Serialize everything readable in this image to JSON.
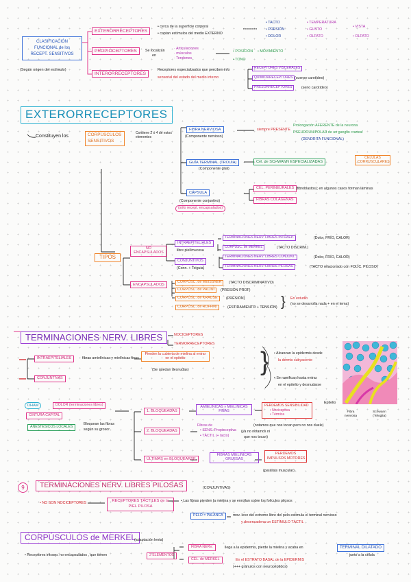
{
  "sec1": {
    "title_l1": "CLASIFICACIÓN",
    "title_l2": "FUNCIONAL de los",
    "title_l3": "RECEPT. SENSITIVOS",
    "subtitle": "(Según origen del estímulo)",
    "exteroreceptores": "EXTERORRECEPTORES",
    "ext_note1": "• cerca de la superficie corporal",
    "ext_note2": "• captan estímulos del medio EXTERNO",
    "ext_list1": [
      "• TACTO",
      "• PRESIÓN",
      "• DOLOR"
    ],
    "ext_list2": [
      "• TEMPERATURA",
      "• GUSTO",
      "• OLFATO"
    ],
    "ext_list3": [
      "• VISTA",
      "• OLFATO"
    ],
    "propioceptores": "PROPIOCEPTORES",
    "prop_note1": "Se localizan",
    "prop_note2": "en",
    "prop_places": [
      "· Articulaciones",
      "· músculos",
      "· Tendones"
    ],
    "prop_list": [
      "• POSICIÓN",
      "• TONO"
    ],
    "prop_mov": "• MOVIMIENTO",
    "interoreceptores": "INTERORRECEPTORES",
    "int_note1": "Receptores especializados que perciben info",
    "int_note2": "sensorial del estado del medio interno",
    "int_boxes": [
      "RECEPTORES VISCERALES",
      "QUIMIORRECEPTORES",
      "PRESORRECEPTORES"
    ],
    "int_side": [
      "",
      "(cuerpo carotídeo)",
      "(seno carotídeo)"
    ]
  },
  "sec2": {
    "title": "EXTERORRECEPTORES",
    "constituyen": "Constituyen los",
    "corpusculos": "CORPÚSCULOS SENSITIVOS",
    "contiene": "Contiene 2 ó 4 de estos elementos",
    "fibra": "FIBRA NERVIOSA",
    "fibra_comp": "(Componente nervioso)",
    "siempre": "siempre PRESENTE",
    "prolong": "Prolongación AFERENTE de la neurona",
    "pseudo": "PSEUDOUNIPOLAR de un ganglio cranea!",
    "dendrita": "(DENDRITA FUNCIONAL)",
    "guia": "GUÍA TERMINAL (TROUIA)",
    "guia_comp": "(Componente glial)",
    "schwann": "Cél. de SCHWANN ESPECIALIZADAS",
    "celulas": "CÉLULAS CORPUSCULARES",
    "capsula": "CÁPSULA",
    "capsula_comp": "(Componente conjuntivo)",
    "solo": "(sólo recept. encapsulados)",
    "perineurales": "CÉL. PERINEURALES",
    "fibroblastos": "(fibroblastos); en algunos casos forman láminas",
    "fibras_col": "FIBRAS COLÁGENAS",
    "tipos": "TIPOS",
    "no_encaps": "NO ENCAPSULADOS",
    "intraepit": "INTRAEPITELIALES",
    "libre_piel": "libre piel/mucosa",
    "conjuntivos": "CONJUNTIVOS",
    "conj_note": "(Conn. + Teiguia)",
    "ne_boxes": [
      "TERMINACIONES NERV. LIBRES INTRAEP.",
      "CORPÚSC. de MERKEL",
      "TERMINACIONES NERV. LIBRES CONJUNT.",
      "TERMINACIONES NERV. LIBRES PILOSAS"
    ],
    "ne_side": [
      "(Dolor, FRÍO, CALOR)",
      "(TACTO DISCRIM.)",
      "(Dolor, FRÍO, CALOR)",
      "(TACTO relacionado con FOLÍC. PILOSO)"
    ],
    "encaps": "ENCAPSULADOS",
    "en_boxes": [
      "CORPÚSC. de MEISSNER",
      "CORPÚSC. de PACINI",
      "CORPÚSC. de KRAUSE",
      "CORPÚSC. de RUFFINI"
    ],
    "en_side": [
      "(TACTO DISCRIMINATIVO)",
      "(PRESIÓN PROF)",
      "(PRESIÓN)",
      "(ESTIRAMIENTO + TENSIÓN)"
    ],
    "en_estudio": "En estudio",
    "en_estudio2": "(no se desarrolla nada + en el tema)"
  },
  "sec3": {
    "title": "TERMINACIONES NERV. LIBRES",
    "noci": "NOCICEPTORES",
    "termo": "TERMORRECEPTORES",
    "intraepit": "INTRAEPITELIALES",
    "fibras": "fibras amielínicas y mielínicas finas",
    "pierden": "Pierden la cubierta de mielina al entrar en el epitelio",
    "desnudas": "(Se quedan desnudas)",
    "conjuntivas": "CONJUNTIVAS",
    "alcanzan1": "• Alcanzan la epidermis desde",
    "alcanzan2": "la dermis subyacente",
    "ramifican1": "• Se ramifican hasta entrar",
    "ramifican2": "en el epitelio y desnudarse",
    "img_labels": [
      "Epitelio",
      "Fibra nerviosa",
      "Schwann (Teloglia)"
    ],
    "dham": "DHAM",
    "dolor": "DOLOR (terminaciones libres)",
    "cintura": "CINTURA CAPITAL",
    "anestesicos": "ANESTÉSICOS LOCALES",
    "bloquean1": "Bloquean las fibras",
    "bloquean2": "según su grosor",
    "b1": "1. BLOQUEADAS",
    "b1_fibras": "AMIELÍNICAS y MIELÍNICAS FINAS",
    "b1_perdemos": "PERDEMOS SENSIBILIDAD",
    "b1_items": [
      "• Nociceptiva",
      "• Térmica"
    ],
    "b1_note": "(notamos que nos tocan pero no nos duele)",
    "b2": "2. BLOQUEADAS",
    "b2_fibras": "Fibras de",
    "b2_items": [
      "• SENS. Propioceptiva",
      "• TÁCTIL (+ tacto)"
    ],
    "b2_note1": "(ya no notamos ni",
    "b2_note2": "que nos tocan)",
    "b3": "ÚLTIMAS en BLOQUEARSE",
    "b3_fibras": "FIBRAS MIELÍNICAS GRUESAS",
    "b3_perdemos1": "PERDEMOS",
    "b3_perdemos2": "IMPULSOS MOTORES",
    "b3_note": "(parálisis muscular)"
  },
  "sec4": {
    "num": "9",
    "title": "TERMINACIONES NERV. LIBRES PILOSAS",
    "conj": "(CONJUNTIVAS)",
    "no_son": "• NO SON NOCICEPTORES",
    "receptores1": "RECEPTORES TÁCTILES de la",
    "receptores2": "PIEL PILOSA",
    "fibras_note": "• Las fibras pierden la mielina y se enrollan sobre los folículos pilosos",
    "pelo": "PELO = PALANCA",
    "mov1": "mov. leve del extremo libre del pelo estimula el terminal nervioso",
    "mov2": "y desencadena un ESTÍMULO TÁCTIL"
  },
  "sec5": {
    "title": "CORPÚSCULOS de MERKEL",
    "adapt": "(adaptación lenta)",
    "receptores": "• Receptores intraep. no encapsulados , que tienen",
    "elementos": "2 ELEMENTOS",
    "fibra": "FIBRA NERV.",
    "llega": "llega a la epidermis, pierde la mielina y acaba en",
    "terminal": "TERMINAL DILATADO",
    "junto": "junto a la célula",
    "cel": "CÉL. de MERKEL",
    "estrato": "En el ESTRATO BASAL de la EPIDERMIS",
    "granulos": "(+++ gránulos con neuropéptidos)"
  }
}
